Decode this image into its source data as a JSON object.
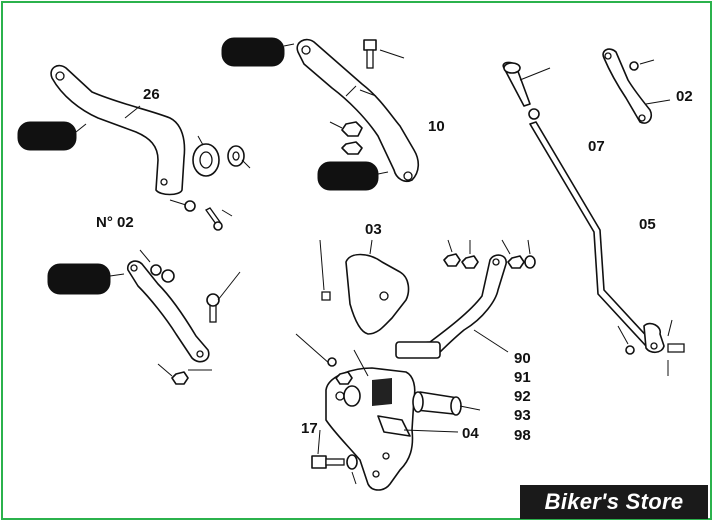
{
  "diagram": {
    "callouts": {
      "c26": "26",
      "c10": "10",
      "c02_top": "02",
      "c07": "07",
      "c05": "05",
      "c_no02": "N° 02",
      "c03": "03",
      "c90": "90",
      "c91": "91",
      "c92": "92",
      "c93": "93",
      "c98": "98",
      "c04": "04",
      "c17": "17"
    },
    "colors": {
      "frame": "#2bb24c",
      "ink": "#111111",
      "watermark_bg": "#1a1a1a",
      "watermark_text": "#ffffff"
    }
  },
  "watermark": {
    "text": "Biker's Store"
  }
}
